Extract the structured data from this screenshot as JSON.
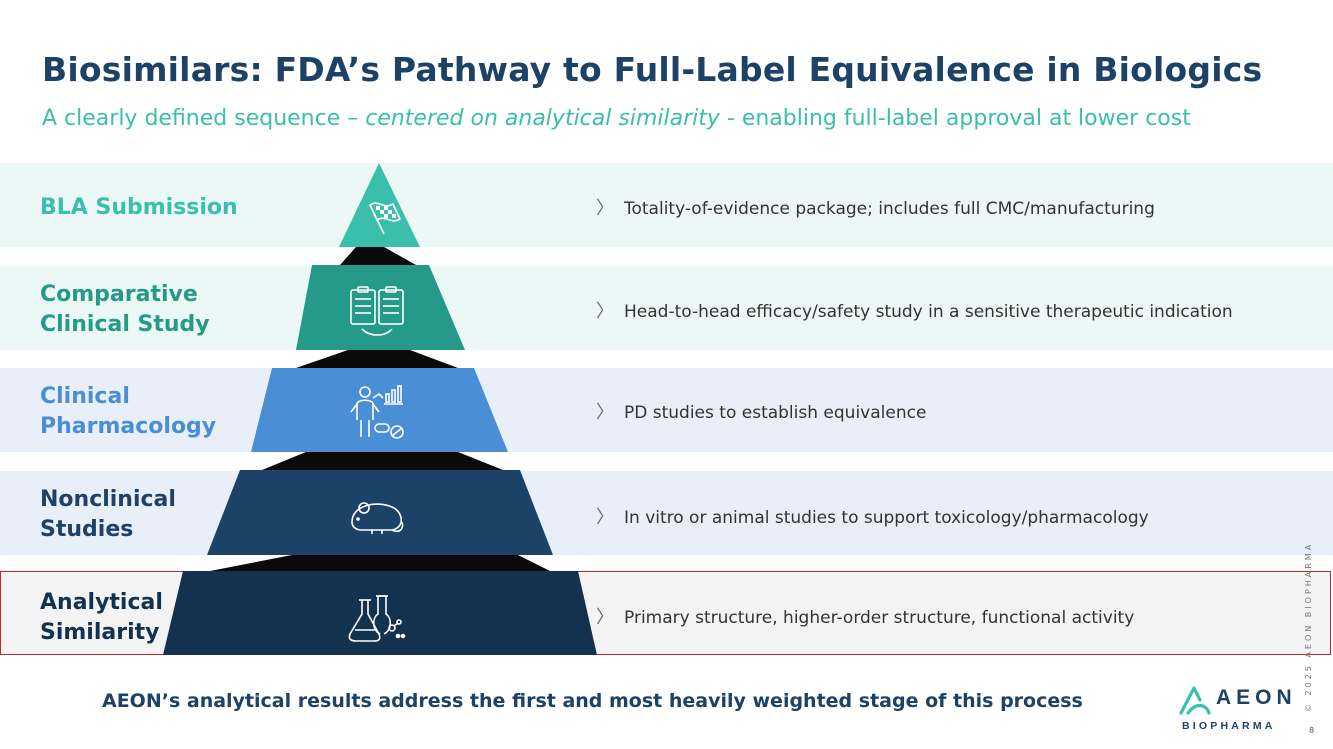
{
  "title": "Biosimilars:  FDA’s Pathway to Full-Label Equivalence in Biologics",
  "subtitle": {
    "before": "A clearly defined sequence – ",
    "emphasis": "centered on analytical similarity",
    "after": " - enabling full-label approval at lower cost"
  },
  "stages": [
    {
      "label": "BLA Submission",
      "color": "#3bbfad",
      "icon": "checkered-flag-icon",
      "description": "Totality-of-evidence package; includes full CMC/manufacturing"
    },
    {
      "label": "Comparative Clinical Study",
      "color": "#269a88",
      "icon": "clipboards-compare-icon",
      "description": "Head-to-head efficacy/safety study in a sensitive therapeutic indication"
    },
    {
      "label": "Clinical Pharmacology",
      "color": "#4a8fd6",
      "icon": "patient-pills-chart-icon",
      "description": "PD studies to establish equivalence"
    },
    {
      "label": "Nonclinical Studies",
      "color": "#1c4268",
      "icon": "mouse-icon",
      "description": "In vitro or animal studies to support toxicology/pharmacology"
    },
    {
      "label": "Analytical Similarity",
      "color": "#13324f",
      "icon": "lab-flasks-icon",
      "description": "Primary structure, higher-order structure, functional activity"
    }
  ],
  "chevron": "〉",
  "highlight_color": "#c62828",
  "footer_note": "AEON’s analytical results address the first and most heavily weighted stage of this process",
  "logo": {
    "word": "AEON",
    "sub": "BIOPHARMA"
  },
  "copyright": "© 2025 AEON BIOPHARMA",
  "page_number": "8"
}
